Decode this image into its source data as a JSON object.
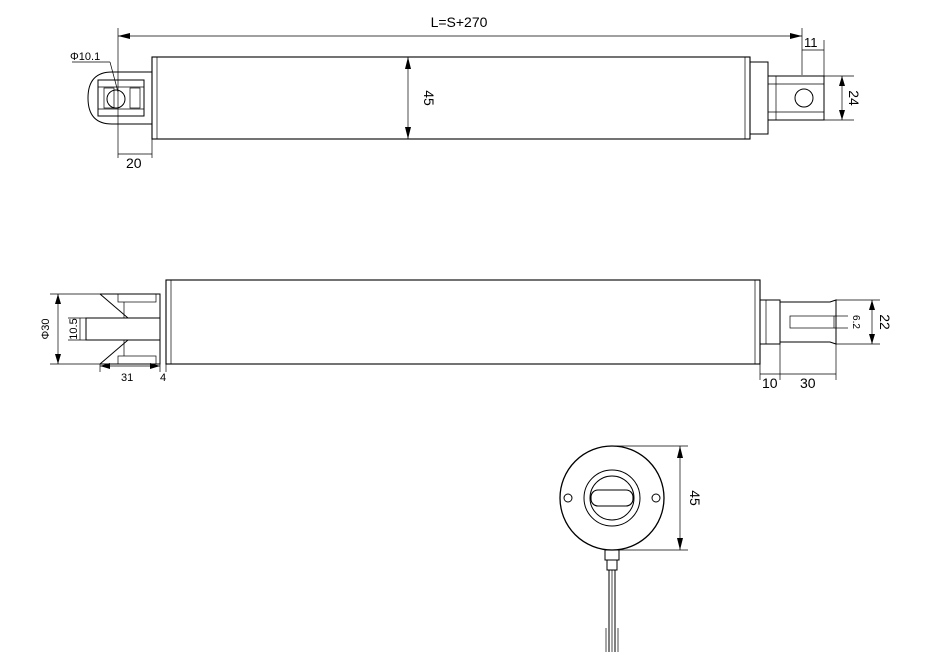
{
  "dimensions": {
    "total_length": "L=S+270",
    "eye_diameter": "Φ10.1",
    "clevis_offset": "20",
    "body_height_top": "45",
    "rod_tip_offset": "11",
    "rod_end_height": "24",
    "rear_diameter": "Φ30",
    "slot_width": "10.5",
    "rear_length": "31",
    "rear_gap": "4",
    "rod_collar": "10",
    "rod_length": "30",
    "slot_depth": "6.2",
    "rod_height_side": "22",
    "end_diameter": "45"
  }
}
